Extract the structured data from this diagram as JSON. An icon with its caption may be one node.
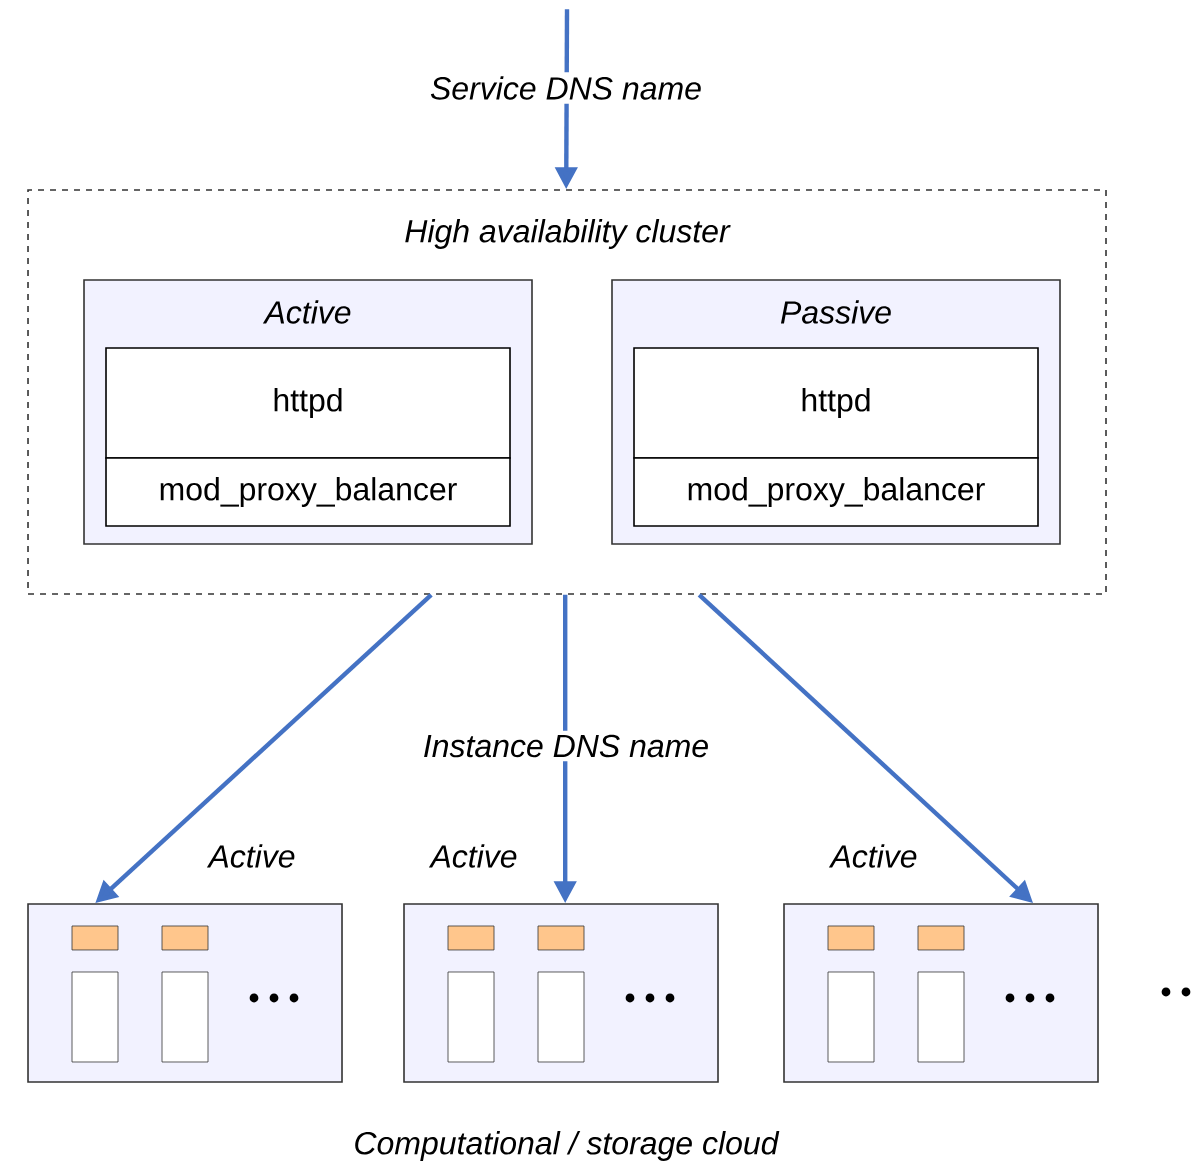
{
  "diagram": {
    "nodes": [
      {
        "text": [
          "High availability cluster"
        ]
      },
      {
        "text": [
          "Active"
        ],
        "in": 0
      },
      {
        "text": [
          "httpd"
        ],
        "in": 1
      },
      {
        "text": [
          "mod_proxy_balancer"
        ],
        "in": 1
      },
      {
        "text": [
          "Passive"
        ],
        "in": 0
      },
      {
        "text": [
          "httpd"
        ],
        "in": 4
      },
      {
        "text": [
          "mod_proxy_balancer"
        ],
        "in": 4
      },
      {
        "text": [],
        "shape": "box",
        "beside": [
          "Active"
        ]
      },
      {
        "text": [],
        "shape": "box",
        "beside": [
          "Active"
        ]
      },
      {
        "text": [],
        "shape": "box",
        "beside": [
          "Active"
        ]
      }
    ],
    "edges": [
      {
        "from": null,
        "to": 0,
        "arrow": "to",
        "label": "Service DNS name"
      },
      {
        "from": 0,
        "to": 7,
        "arrow": "to"
      },
      {
        "from": 0,
        "to": 8,
        "arrow": "to",
        "label": "Instance DNS name"
      },
      {
        "from": 0,
        "to": 9,
        "arrow": "to"
      }
    ],
    "labels": [
      "Computational / storage cloud"
    ]
  }
}
